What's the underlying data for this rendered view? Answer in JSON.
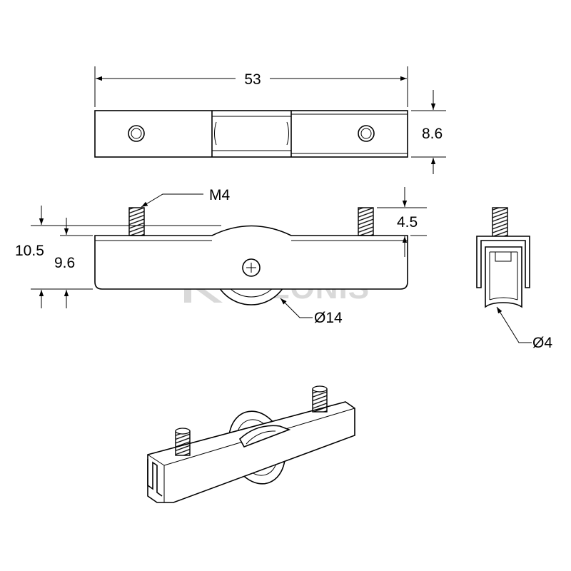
{
  "dimensions": {
    "length": "53",
    "width": "8.6",
    "thread": "M4",
    "stud_height": "4.5",
    "total_height": "10.5",
    "body_height": "9.6",
    "wheel_diameter": "Ø14",
    "groove_diameter": "Ø4"
  },
  "watermark": {
    "brand": "ZALONIS"
  },
  "colors": {
    "line": "#000000",
    "watermark": "#d9d9d9"
  }
}
